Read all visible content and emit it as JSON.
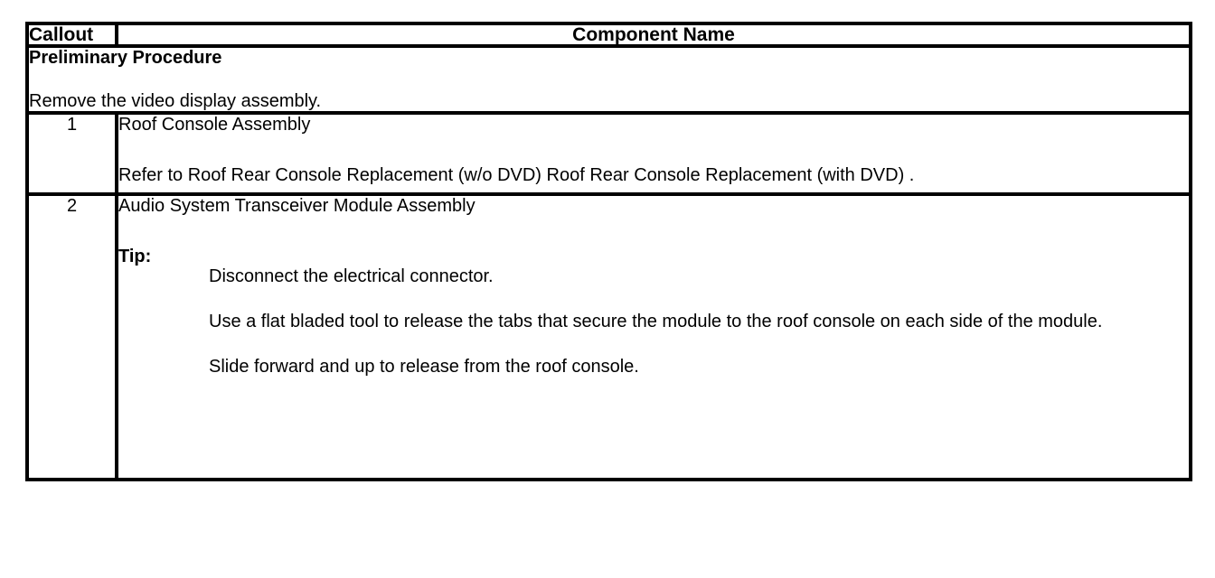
{
  "document": {
    "type": "service-procedure-table",
    "background_color": "#ffffff",
    "text_color": "#000000",
    "border_color": "#000000"
  },
  "table": {
    "headers": {
      "callout": "Callout",
      "component_name": "Component Name"
    },
    "preliminary": {
      "title": "Preliminary Procedure",
      "body": "Remove the video display assembly."
    },
    "rows": [
      {
        "callout": "1",
        "title": "Roof Console Assembly",
        "reference": "Refer to Roof Rear Console Replacement (w/o DVD) Roof Rear Console Replacement (with DVD) ."
      },
      {
        "callout": "2",
        "title": "Audio System Transceiver Module Assembly",
        "tip_label": "Tip:",
        "tip_items": [
          "Disconnect the electrical connector.",
          "Use a flat bladed tool to release the tabs that secure the module to the roof console on each side of the module.",
          "Slide forward and up to release from the roof console."
        ]
      }
    ]
  }
}
